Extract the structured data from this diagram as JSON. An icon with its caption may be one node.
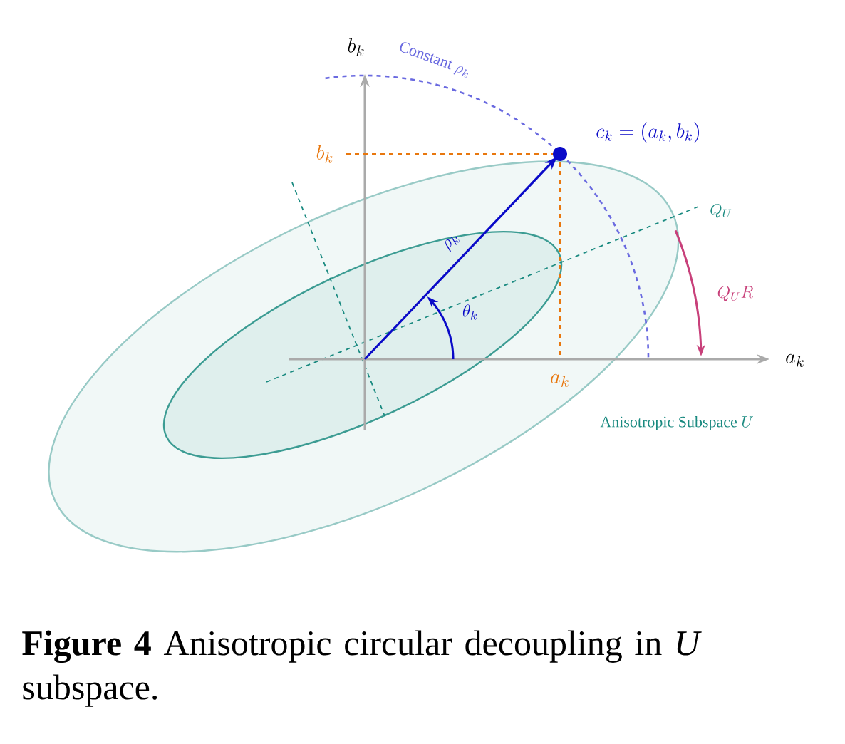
{
  "diagram": {
    "caption": "**Figure 4** Anisotropic circular decoupling in *U* subspace.",
    "labels": [
      "b_k",
      "\\text{Constant } \\rho_k",
      "b_k",
      "c_k = (a_k, b_k)",
      "Q_U",
      "\\rho_k",
      "\\theta_k",
      "Q_U R",
      "a_k",
      "a_k",
      "\\text{Anisotropic Subspace } U"
    ]
  }
}
